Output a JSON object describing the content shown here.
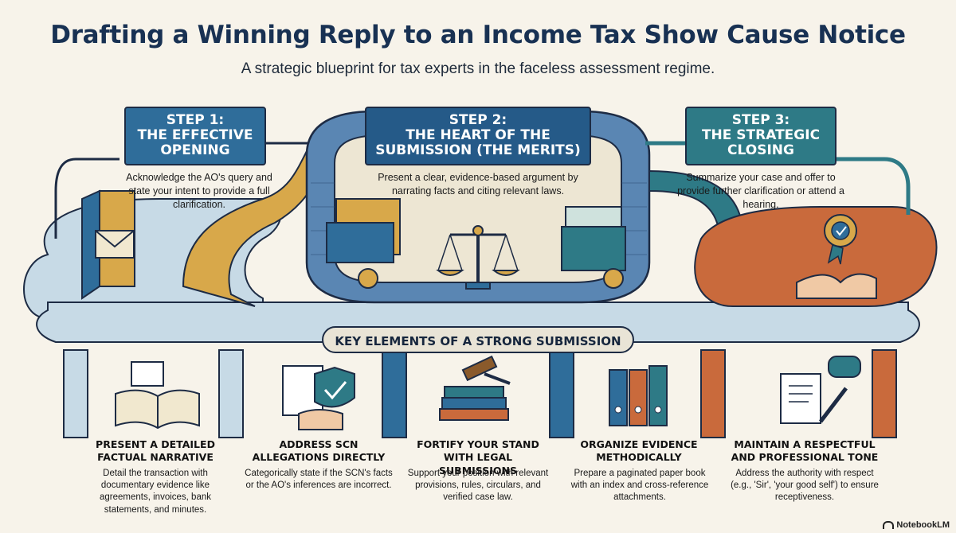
{
  "header": {
    "title": "Drafting a Winning Reply to an Income Tax Show Cause Notice",
    "subtitle": "A strategic blueprint for tax experts in the faceless assessment regime."
  },
  "steps": [
    {
      "label": "STEP 1:",
      "title": "THE EFFECTIVE OPENING",
      "desc": "Acknowledge the AO's query and state your intent to provide a full clarification.",
      "color": "#2f6d9a",
      "icon": "open-door-envelope-icon"
    },
    {
      "label": "STEP 2:",
      "title": "THE HEART OF THE SUBMISSION (THE MERITS)",
      "desc": "Present a clear, evidence-based argument by narrating facts and citing relevant laws.",
      "color": "#255a88",
      "icon": "scales-of-justice-icon"
    },
    {
      "label": "STEP 3:",
      "title": "THE STRATEGIC CLOSING",
      "desc": "Summarize your case and offer to provide further clarification or attend a hearing.",
      "color": "#2e7a86",
      "icon": "handshake-medal-icon"
    }
  ],
  "key_elements_heading": "KEY ELEMENTS OF A STRONG SUBMISSION",
  "elements": [
    {
      "title": "PRESENT A DETAILED FACTUAL NARRATIVE",
      "desc": "Detail the transaction with documentary evidence like agreements, invoices, bank statements, and minutes.",
      "icon": "open-book-documents-icon"
    },
    {
      "title": "ADDRESS SCN ALLEGATIONS DIRECTLY",
      "desc": "Categorically state if the SCN's facts or the AO's inferences are incorrect.",
      "icon": "shield-checklist-icon"
    },
    {
      "title": "FORTIFY YOUR STAND WITH LEGAL SUBMISSIONS",
      "desc": "Support your position with relevant provisions, rules, circulars, and verified case law.",
      "icon": "gavel-law-books-icon"
    },
    {
      "title": "ORGANIZE EVIDENCE METHODICALLY",
      "desc": "Prepare a paginated paper book with an index and cross-reference attachments.",
      "icon": "binders-icon"
    },
    {
      "title": "MAINTAIN A RESPECTFUL AND PROFESSIONAL TONE",
      "desc": "Address the authority with respect (e.g., 'Sir', 'your good self') to ensure receptiveness.",
      "icon": "document-pen-speech-icon"
    }
  ],
  "brand": "NotebookLM",
  "colors": {
    "navy": "#1d2b44",
    "blue": "#2f6d9a",
    "teal": "#2e7a86",
    "gold": "#d8a84a",
    "orange": "#c96a3c",
    "light_blue": "#c7dae6",
    "cream": "#f7f3ea"
  }
}
